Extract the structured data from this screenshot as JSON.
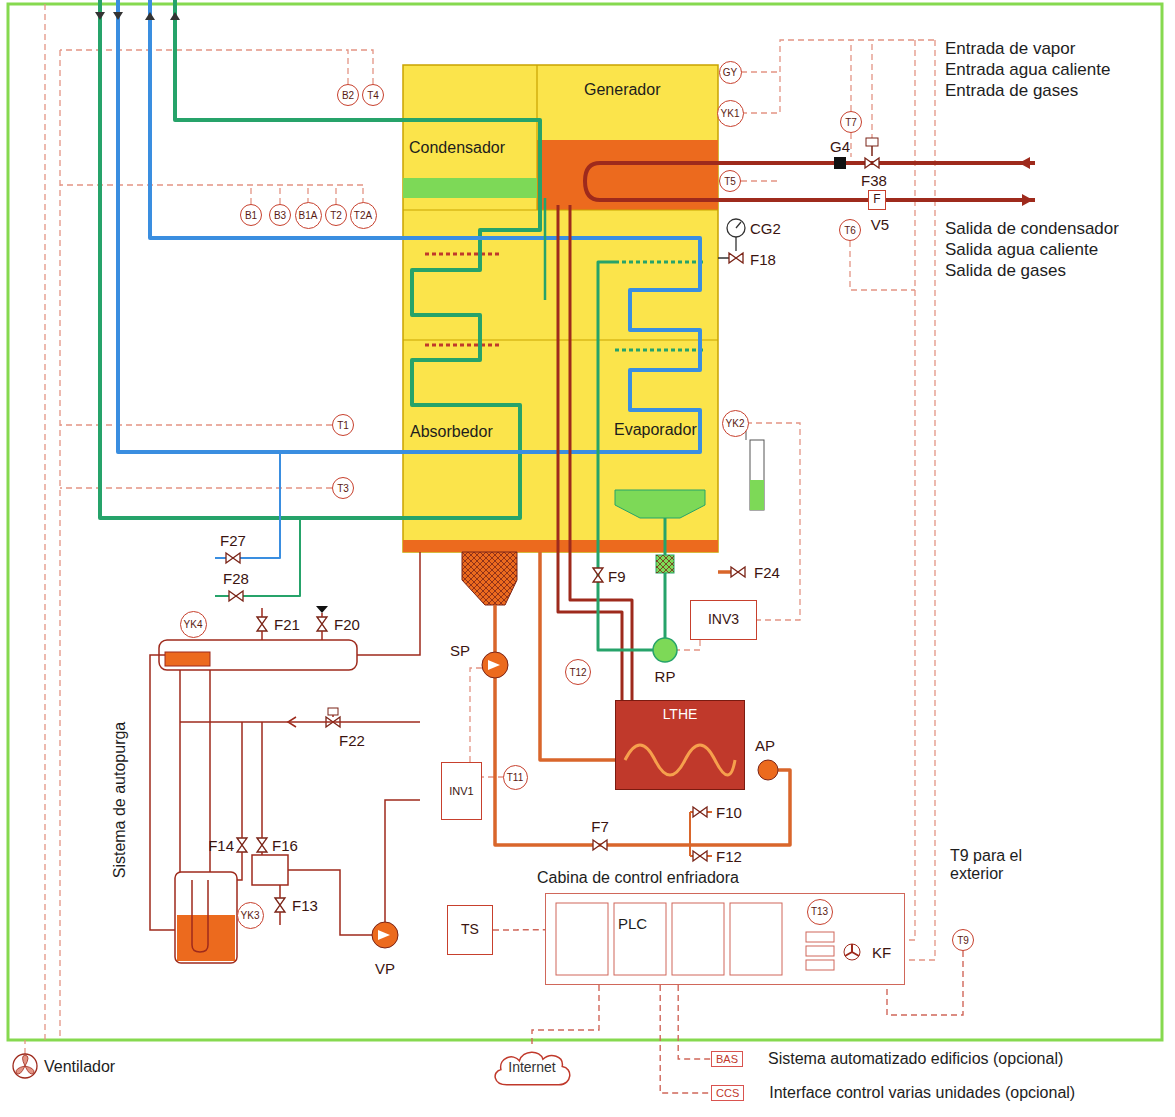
{
  "diagram": {
    "nodes": [
      {
        "text": [
          "Generador"
        ]
      },
      {
        "text": [
          "Condensador"
        ]
      },
      {
        "text": [
          "Absorbedor"
        ]
      },
      {
        "text": [
          "Evaporador"
        ]
      },
      {
        "text": [
          "B2"
        ]
      },
      {
        "text": [
          "T4"
        ]
      },
      {
        "text": [
          "GY"
        ]
      },
      {
        "text": [
          "YK1"
        ]
      },
      {
        "text": [
          "T7"
        ]
      },
      {
        "text": [
          "T5"
        ]
      },
      {
        "text": [
          "F"
        ]
      },
      {
        "text": [
          "T6"
        ]
      },
      {
        "text": [
          "B1"
        ]
      },
      {
        "text": [
          "B3"
        ]
      },
      {
        "text": [
          "B1A"
        ]
      },
      {
        "text": [
          "T2"
        ]
      },
      {
        "text": [
          "T2A"
        ]
      },
      {
        "text": [
          "T1"
        ]
      },
      {
        "text": [
          "YK2"
        ]
      },
      {
        "text": [
          "T3"
        ]
      },
      {
        "text": [
          "INV3"
        ]
      },
      {
        "text": [
          "YK4"
        ]
      },
      {
        "text": [
          "T12"
        ]
      },
      {
        "text": [
          "LTHE"
        ]
      },
      {
        "text": [
          "INV1"
        ]
      },
      {
        "text": [
          "T11"
        ]
      },
      {
        "text": [
          "TS"
        ]
      },
      {
        "text": [
          "Cabina de control enfriadora",
          "PLC"
        ]
      },
      {
        "text": [
          "T13"
        ],
        "in": 27
      },
      {
        "text": [
          "YK3"
        ]
      },
      {
        "text": [
          "T9"
        ]
      },
      {
        "text": [
          "Internet"
        ]
      },
      {
        "text": [
          "BAS",
          "Sistema automatizado edificios (opcional)"
        ]
      },
      {
        "text": [
          "CCS",
          "Interface control varias unidades (opcional)"
        ]
      }
    ],
    "edges": [
      {
        "from": 26,
        "to": 27,
        "arrow": "none"
      },
      {
        "from": 27,
        "to": 31,
        "arrow": "none"
      },
      {
        "from": 27,
        "to": 32,
        "arrow": "none"
      },
      {
        "from": 27,
        "to": 33,
        "arrow": "none"
      },
      {
        "from": 30,
        "to": 27,
        "arrow": "none"
      }
    ],
    "labels": [
      "Entrada de vapor",
      "Entrada agua caliente",
      "Entrada de gases",
      "G4",
      "F38",
      "Salida de condensador",
      "Salida agua caliente",
      "Salida de gases",
      "V5",
      "CG2",
      "F18",
      "F27",
      "F28",
      "F24",
      "F21",
      "F20",
      "SP",
      "F9",
      "RP",
      "AP",
      "F22",
      "F7",
      "F10",
      "F12",
      "Sistema de autopurga",
      "F14",
      "F16",
      "F13",
      "VP",
      "KF",
      "T9 para el exterior",
      "Ventilador"
    ]
  }
}
